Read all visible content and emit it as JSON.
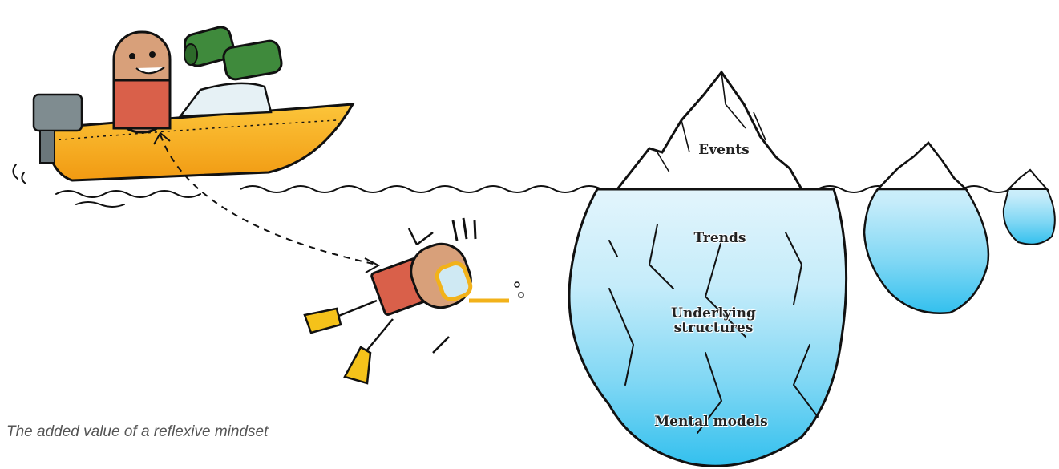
{
  "caption": "The added value of a reflexive mindset",
  "iceberg": {
    "levels": [
      {
        "label": "Events"
      },
      {
        "label": "Trends"
      },
      {
        "label": "Underlying structures"
      },
      {
        "label": "Mental models"
      }
    ],
    "level_lines": [
      [
        "Events"
      ],
      [
        "Trends"
      ],
      [
        "Underlying",
        "structures"
      ],
      [
        "Mental models"
      ]
    ]
  },
  "colors": {
    "water_light": "#dff3fb",
    "water_deep": "#3cc3ee",
    "boat_yellow": "#f7b21e",
    "character_skin": "#d8a07a",
    "character_shirt": "#d9604a",
    "binoculars": "#3f8a3c",
    "flipper_yellow": "#f5c21a"
  },
  "icons": [
    "boat-icon",
    "binoculars-icon",
    "diver-icon",
    "snorkel-icon",
    "iceberg-icon"
  ]
}
